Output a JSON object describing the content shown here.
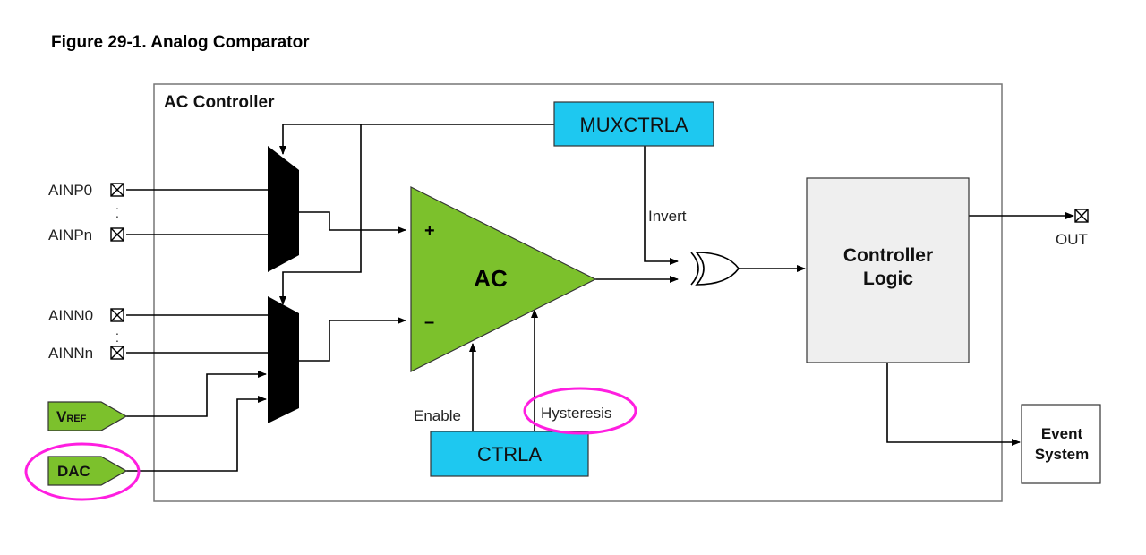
{
  "figure_title": "Figure 29-1.  Analog Comparator",
  "controller_title": "AC Controller",
  "registers": {
    "muxctrla": "MUXCTRLA",
    "ctrla": "CTRLA"
  },
  "comparator": {
    "label": "AC",
    "plus": "+",
    "minus": "–"
  },
  "pins": {
    "ainp0": "AINP0",
    "ainpn": "AINPn",
    "ainn0": "AINN0",
    "ainnn": "AINNn",
    "out": "OUT",
    "ellipsis": "."
  },
  "sources": {
    "vref_main": "V",
    "vref_sub": "REF",
    "dac": "DAC"
  },
  "signals": {
    "invert": "Invert",
    "enable": "Enable",
    "hysteresis": "Hysteresis"
  },
  "blocks": {
    "controller_logic": [
      "Controller",
      "Logic"
    ],
    "event_system": [
      "Event",
      "System"
    ]
  },
  "colors": {
    "register_fill": "#1ec8f0",
    "comparator_fill": "#7cc12c",
    "source_fill": "#7cc12c",
    "logic_fill": "#efefef",
    "highlight": "#ff1ee0"
  }
}
